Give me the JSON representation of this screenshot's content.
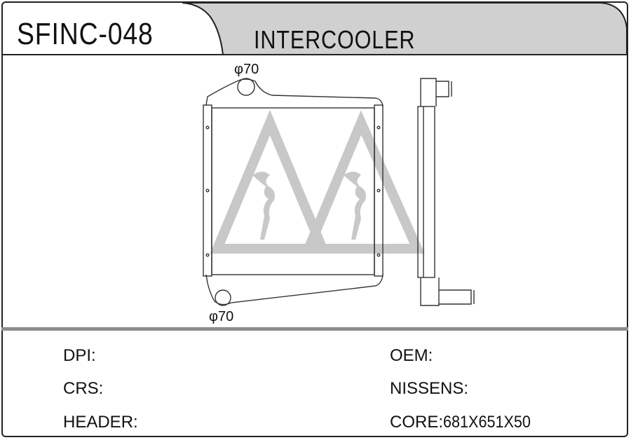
{
  "header": {
    "part_number": "SFINC-048",
    "product_type": "INTERCOOLER"
  },
  "drawing": {
    "top_port_label": "φ70",
    "bottom_port_label": "φ70"
  },
  "fields": {
    "left": [
      {
        "label": "DPI:",
        "value": ""
      },
      {
        "label": "CRS:",
        "value": ""
      },
      {
        "label": "HEADER:",
        "value": ""
      }
    ],
    "right": [
      {
        "label": "OEM:",
        "value": ""
      },
      {
        "label": "NISSENS:",
        "value": ""
      },
      {
        "label": "CORE:",
        "value": "681X651X50"
      }
    ]
  },
  "colors": {
    "header_tab": "#d0d0d0",
    "divider": "#8c8c8c",
    "watermark": "#c8c8c8"
  }
}
